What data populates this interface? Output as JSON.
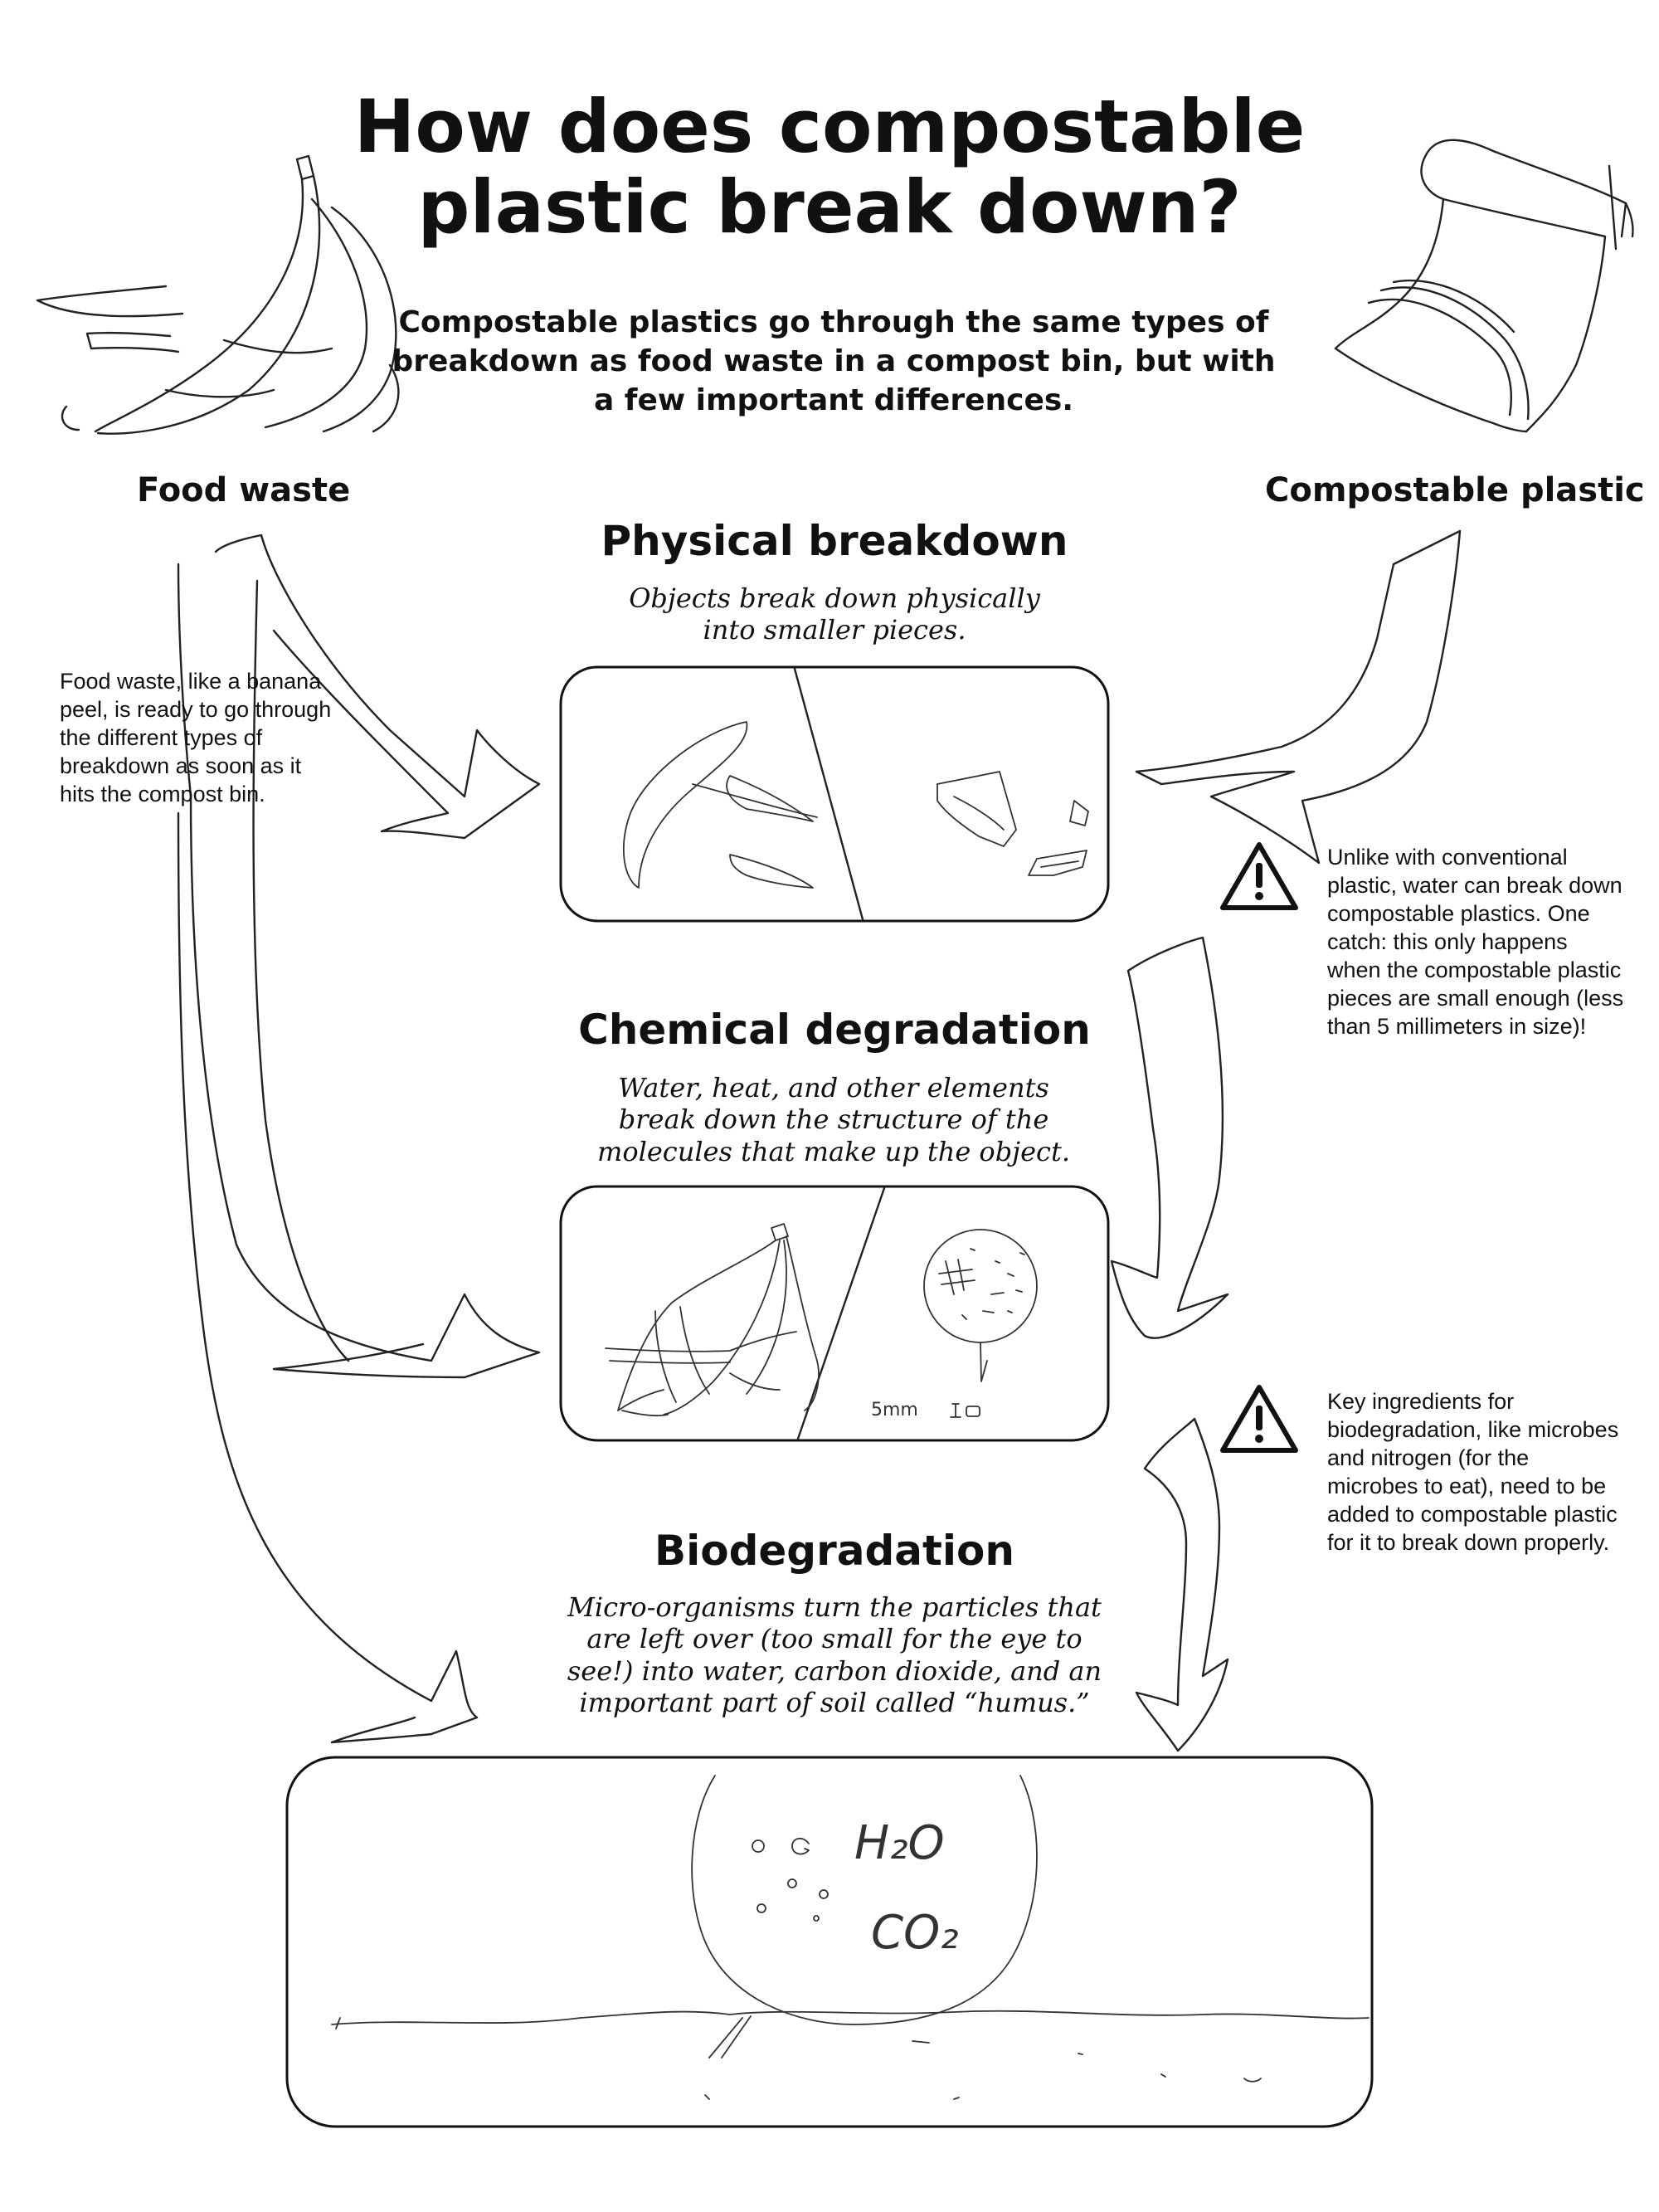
{
  "title": "How does compostable plastic break down?",
  "subtitle": "Compostable plastics go through the same types of breakdown as food waste in a compost bin, but with a few important differences.",
  "sources": {
    "left_label": "Food waste",
    "right_label": "Compostable plastic",
    "left_note": "Food waste, like a banana peel, is ready to go through the different types of breakdown as soon as it hits the compost bin."
  },
  "stages": [
    {
      "heading": "Physical breakdown",
      "description": "Objects break down physically into smaller pieces."
    },
    {
      "heading": "Chemical degradation",
      "description": "Water, heat, and other elements break down the structure of the molecules that make up the object."
    },
    {
      "heading": "Biodegradation",
      "description": "Micro-organisms turn the particles that are left over (too small for the eye to see!) into water, carbon dioxide, and an important part of soil called “humus.”"
    }
  ],
  "warnings": [
    {
      "icon": "warning-icon",
      "text": "Unlike with conventional plastic, water can break down compostable plastics. One catch: this only happens when the compostable plastic pieces are small enough (less than 5 millimeters in size)!"
    },
    {
      "icon": "warning-icon",
      "text": "Key ingredients for biodegradation, like microbes and nitrogen (for the microbes to eat), need to be added to compostable plastic for it to break down properly."
    }
  ],
  "sketch_labels": {
    "size_marker": "5mm",
    "h2o": "H₂O",
    "co2": "CO₂"
  }
}
